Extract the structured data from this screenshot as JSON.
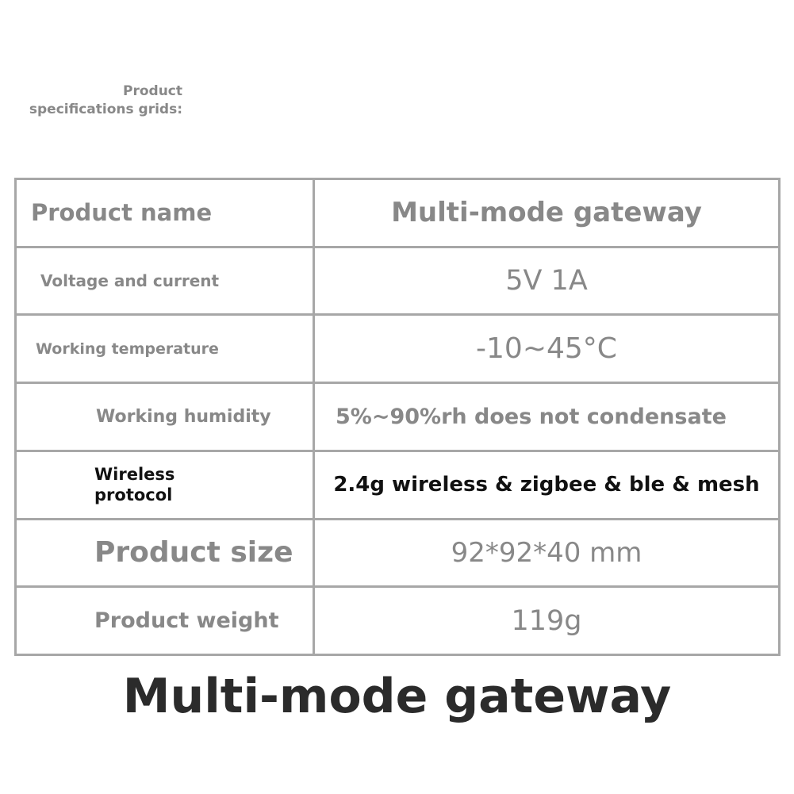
{
  "caption": "Product\nspecifications grids:",
  "specs": [
    {
      "label": "Product name",
      "value": "Multi-mode gateway"
    },
    {
      "label": "Voltage and current",
      "value": "5V 1A"
    },
    {
      "label": "Working temperature",
      "value": "-10~45°C"
    },
    {
      "label": "Working humidity",
      "value": "5%~90%rh does not condensate"
    },
    {
      "label": "Wireless\nprotocol",
      "value": "2.4g wireless & zigbee & ble & mesh"
    },
    {
      "label": "Product size",
      "value": "92*92*40 mm"
    },
    {
      "label": "Product weight",
      "value": "119g"
    }
  ],
  "footer_title": "Multi-mode gateway",
  "colors": {
    "text_gray": "#888888",
    "border_gray": "#a7a7a7",
    "dark_text": "#111111",
    "title_text": "#2b2b2b"
  }
}
